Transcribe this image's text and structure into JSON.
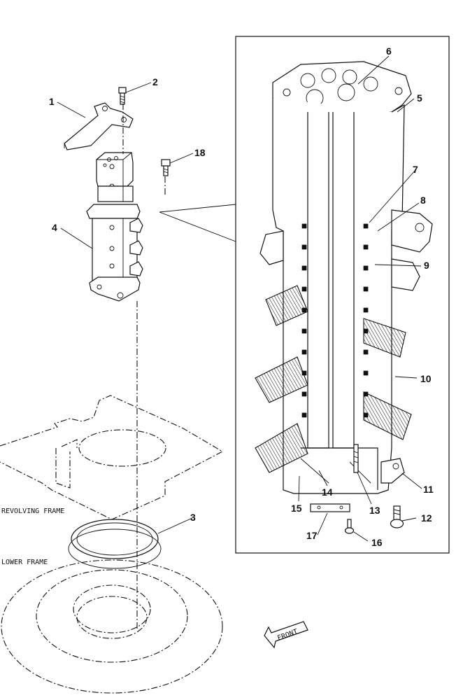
{
  "labels": {
    "revolving_frame": "REVOLVING FRAME",
    "lower_frame": "LOWER FRAME",
    "front": "FRONT"
  },
  "callouts": [
    "1",
    "2",
    "3",
    "4",
    "5",
    "6",
    "7",
    "8",
    "9",
    "10",
    "11",
    "12",
    "13",
    "14",
    "15",
    "16",
    "17",
    "18"
  ]
}
